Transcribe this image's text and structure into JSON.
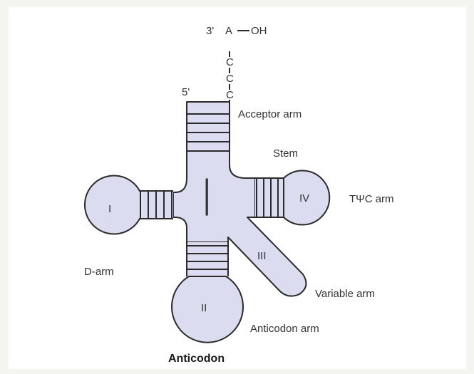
{
  "colors": {
    "background": "#f4f4f1",
    "frame": "#ffffff",
    "fill": "#dcdcf0",
    "stroke": "#2b2b2b",
    "text": "#333333"
  },
  "acceptor_stem": {
    "end_3": "3'",
    "terminal_base": "A",
    "hydroxyl": "OH",
    "bases": [
      "C",
      "C",
      "C"
    ],
    "end_5": "5'"
  },
  "labels": {
    "acceptor_arm": "Acceptor arm",
    "stem": "Stem",
    "tpsic_arm": "TΨC arm",
    "d_arm": "D-arm",
    "variable_arm": "Variable arm",
    "anticodon_arm": "Anticodon arm",
    "anticodon": "Anticodon"
  },
  "loops": {
    "d_loop": "I",
    "anticodon_loop": "II",
    "variable_loop": "III",
    "tpsic_loop": "IV",
    "center": "|"
  }
}
